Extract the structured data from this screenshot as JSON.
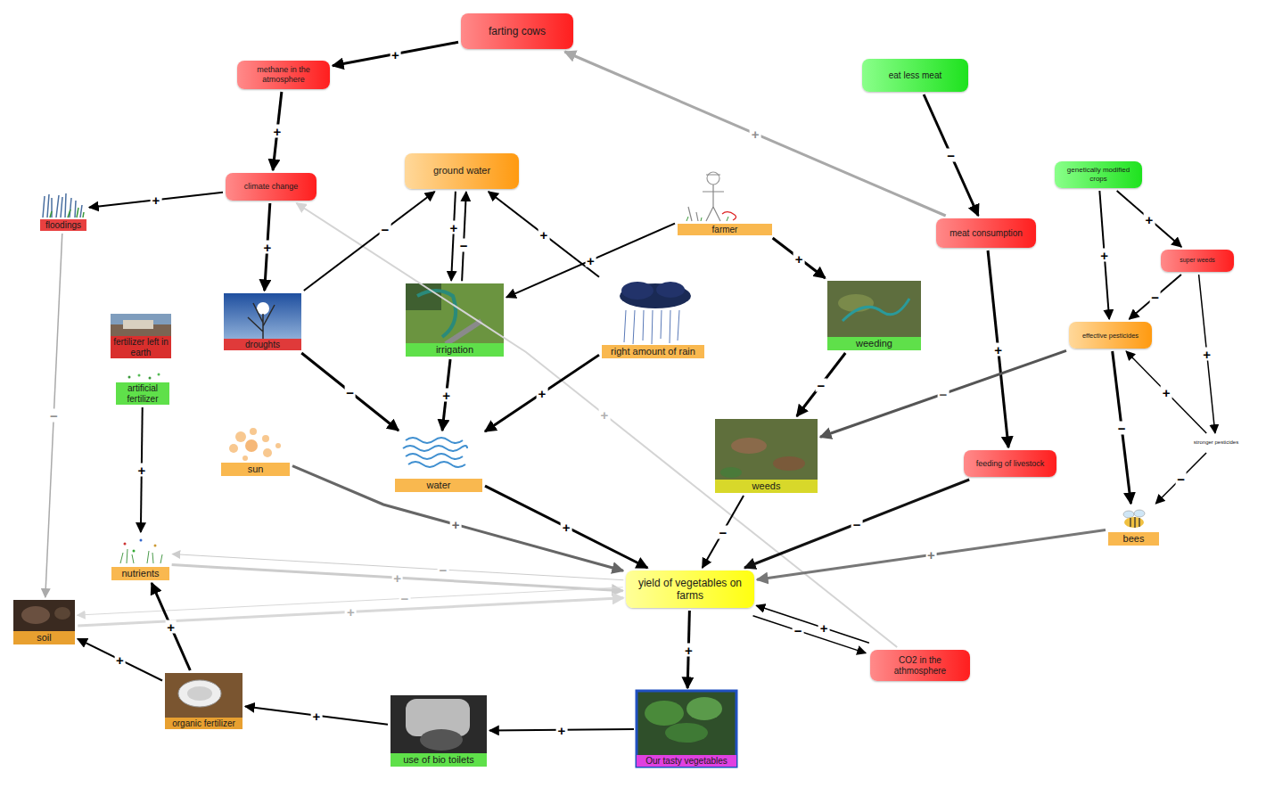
{
  "diagram": {
    "nodes": [
      {
        "text": [
          "farting cows"
        ]
      },
      {
        "text": [
          "methane in the atmosphere"
        ]
      },
      {
        "text": [
          "eat less meat"
        ]
      },
      {
        "text": [
          "ground water"
        ]
      },
      {
        "text": [
          "climate change"
        ]
      },
      {
        "text": [
          "floodings"
        ]
      },
      {
        "text": [
          "farmer"
        ]
      },
      {
        "text": [
          "genetically modified crops"
        ]
      },
      {
        "text": [
          "meat consumption"
        ]
      },
      {
        "text": [
          "super weeds"
        ]
      },
      {
        "text": [
          "fertilizer left in earth"
        ]
      },
      {
        "text": [
          "droughts"
        ]
      },
      {
        "text": [
          "irrigation"
        ]
      },
      {
        "text": [
          "right amount of rain"
        ]
      },
      {
        "text": [
          "weeding"
        ]
      },
      {
        "text": [
          "effective pesticides"
        ]
      },
      {
        "text": [
          "artificial fertilizer"
        ]
      },
      {
        "text": [
          "sun"
        ]
      },
      {
        "text": [
          "water"
        ]
      },
      {
        "text": [
          "weeds"
        ]
      },
      {
        "text": [
          "feeding of livestock"
        ]
      },
      {
        "text": [
          "stronger pesticides"
        ]
      },
      {
        "text": [
          "bees"
        ]
      },
      {
        "text": [
          "nutrients"
        ]
      },
      {
        "text": [
          "yield of vegetables on farms"
        ]
      },
      {
        "text": [
          "soil"
        ]
      },
      {
        "text": [
          "CO2 in the athmosphere"
        ]
      },
      {
        "text": [
          "organic fertilizer"
        ]
      },
      {
        "text": [
          "use of bio toilets"
        ]
      },
      {
        "text": [
          "Our tasty vegetables"
        ]
      }
    ],
    "edges": [
      {
        "from": 0,
        "to": 1,
        "arrow": "to",
        "label": "+"
      },
      {
        "from": 1,
        "to": 4,
        "arrow": "to",
        "label": "+"
      },
      {
        "from": 4,
        "to": 5,
        "arrow": "to",
        "label": "+"
      },
      {
        "from": 4,
        "to": 11,
        "arrow": "to",
        "label": "+"
      },
      {
        "from": 26,
        "to": 4,
        "arrow": "to",
        "label": "+"
      },
      {
        "from": 8,
        "to": 0,
        "arrow": "to",
        "label": "+"
      },
      {
        "from": 2,
        "to": 8,
        "arrow": "to",
        "label": "−"
      },
      {
        "from": 8,
        "to": 20,
        "arrow": "to",
        "label": "+"
      },
      {
        "from": 20,
        "to": 24,
        "arrow": "to",
        "label": "−"
      },
      {
        "from": 11,
        "to": 3,
        "arrow": "to",
        "label": "−"
      },
      {
        "from": 11,
        "to": 18,
        "arrow": "to",
        "label": "−"
      },
      {
        "from": 12,
        "to": 3,
        "arrow": "to",
        "label": "−"
      },
      {
        "from": 3,
        "to": 12,
        "arrow": "to",
        "label": "+"
      },
      {
        "from": 13,
        "to": 3,
        "arrow": "to",
        "label": "+"
      },
      {
        "from": 6,
        "to": 12,
        "arrow": "to",
        "label": "+"
      },
      {
        "from": 6,
        "to": 14,
        "arrow": "to",
        "label": "+"
      },
      {
        "from": 12,
        "to": 18,
        "arrow": "to",
        "label": "+"
      },
      {
        "from": 13,
        "to": 18,
        "arrow": "to",
        "label": "+"
      },
      {
        "from": 14,
        "to": 19,
        "arrow": "to",
        "label": "−"
      },
      {
        "from": 15,
        "to": 19,
        "arrow": "to",
        "label": "−"
      },
      {
        "from": 19,
        "to": 24,
        "arrow": "to",
        "label": "−"
      },
      {
        "from": 7,
        "to": 15,
        "arrow": "to",
        "label": "+"
      },
      {
        "from": 7,
        "to": 9,
        "arrow": "to",
        "label": "+"
      },
      {
        "from": 9,
        "to": 15,
        "arrow": "to",
        "label": "−"
      },
      {
        "from": 9,
        "to": 21,
        "arrow": "to",
        "label": "+"
      },
      {
        "from": 21,
        "to": 15,
        "arrow": "to",
        "label": "+"
      },
      {
        "from": 21,
        "to": 22,
        "arrow": "to",
        "label": "−"
      },
      {
        "from": 15,
        "to": 22,
        "arrow": "to",
        "label": "−"
      },
      {
        "from": 22,
        "to": 24,
        "arrow": "to",
        "label": "+"
      },
      {
        "from": 17,
        "to": 24,
        "arrow": "to",
        "label": "+"
      },
      {
        "from": 18,
        "to": 24,
        "arrow": "to",
        "label": "+"
      },
      {
        "from": 5,
        "to": 25,
        "arrow": "to",
        "label": "−"
      },
      {
        "from": 23,
        "to": 24,
        "arrow": "to",
        "label": "+"
      },
      {
        "from": 24,
        "to": 23,
        "arrow": "to",
        "label": "−"
      },
      {
        "from": 25,
        "to": 24,
        "arrow": "to",
        "label": "+"
      },
      {
        "from": 24,
        "to": 25,
        "arrow": "to",
        "label": "−"
      },
      {
        "from": 24,
        "to": 26,
        "arrow": "to",
        "label": "−"
      },
      {
        "from": 26,
        "to": 24,
        "arrow": "to",
        "label": "+"
      },
      {
        "from": 16,
        "to": 23,
        "arrow": "to",
        "label": "+"
      },
      {
        "from": 27,
        "to": 23,
        "arrow": "to",
        "label": "+"
      },
      {
        "from": 27,
        "to": 25,
        "arrow": "to",
        "label": "+"
      },
      {
        "from": 24,
        "to": 29,
        "arrow": "to",
        "label": "+"
      },
      {
        "from": 29,
        "to": 28,
        "arrow": "to",
        "label": "+"
      },
      {
        "from": 28,
        "to": 27,
        "arrow": "to",
        "label": "+"
      }
    ]
  }
}
